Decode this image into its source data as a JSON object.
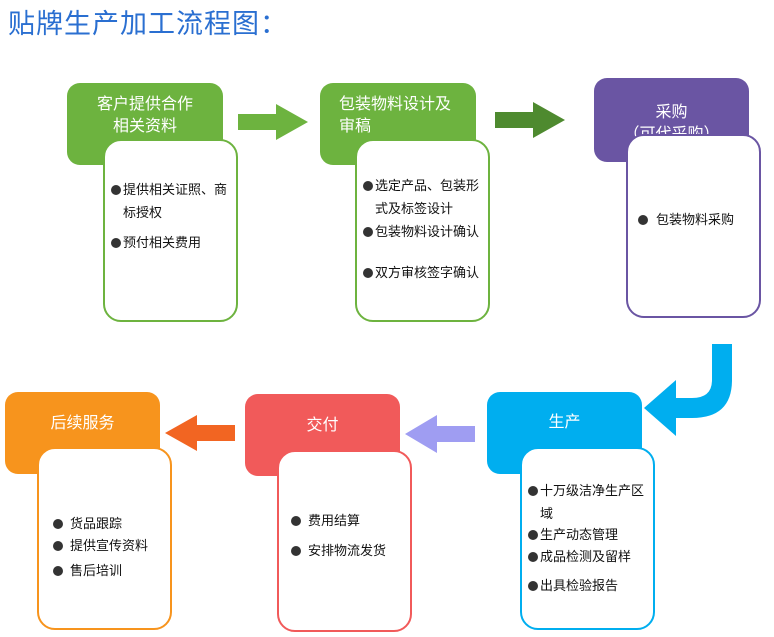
{
  "title": "贴牌生产加工流程图：",
  "colors": {
    "green": "#6db33f",
    "purple": "#6a55a3",
    "blue": "#00aeef",
    "red": "#f15a5a",
    "orange": "#f7941d",
    "arrow_green_light": "#6db33f",
    "arrow_green_dark": "#4e8a2f",
    "arrow_lavender": "#9f9df2",
    "arrow_orange": "#f26522"
  },
  "steps": [
    {
      "heading": "客户提供合作相关资料",
      "items": [
        "提供相关证照、商标授权",
        "预付相关费用"
      ]
    },
    {
      "heading": "包装物料设计及审稿",
      "items": [
        "选定产品、包装形式及标签设计",
        "包装物料设计确认",
        "双方审核签字确认"
      ]
    },
    {
      "heading": "采购",
      "subheading": "（可代采购）",
      "items": [
        "包装物料采购"
      ]
    },
    {
      "heading": "生产",
      "items": [
        "十万级洁净生产区域",
        "生产动态管理",
        "成品检测及留样",
        "出具检验报告"
      ]
    },
    {
      "heading": "交付",
      "items": [
        "费用结算",
        "安排物流发货"
      ]
    },
    {
      "heading": "后续服务",
      "items": [
        "货品跟踪",
        "提供宣传资料",
        "售后培训"
      ]
    }
  ]
}
